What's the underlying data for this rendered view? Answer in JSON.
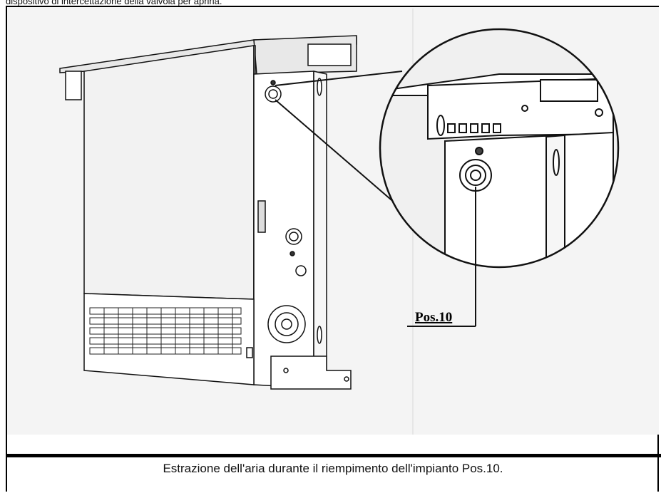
{
  "header": {
    "partial_text": "dispositivo di intercettazione della valvola per aprirla."
  },
  "figure": {
    "callout_label": "Pos.10"
  },
  "caption": {
    "text": "Estrazione dell'aria durante il riempimento dell'impianto Pos.10."
  }
}
